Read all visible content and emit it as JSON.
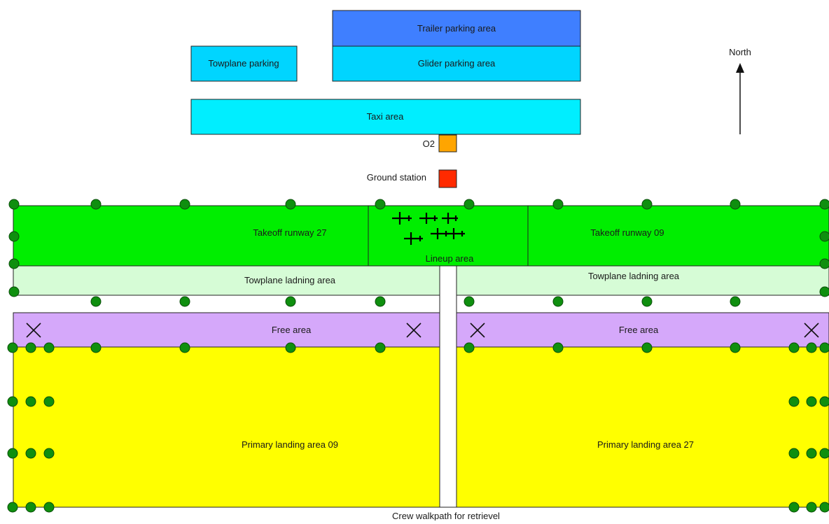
{
  "labels": {
    "trailer_parking": "Trailer parking area",
    "glider_parking": "Glider parking area",
    "towplane_parking": "Towplane parking",
    "taxi_area": "Taxi area",
    "o2": "O2",
    "ground_station": "Ground station",
    "north": "North",
    "takeoff_27": "Takeoff runway 27",
    "takeoff_09": "Takeoff runway 09",
    "lineup_area": "Lineup area",
    "towplane_landing_left": "Towplane ladning area",
    "towplane_landing_right": "Towplane ladning area",
    "free_area_left": "Free area",
    "free_area_right": "Free area",
    "primary_landing_09": "Primary landing area 09",
    "primary_landing_27": "Primary landing area 27",
    "crew_walkpath": "Crew walkpath for retrievel"
  },
  "colors": {
    "trailer_parking": "#3f7fff",
    "glider_parking": "#00d5ff",
    "towplane_parking": "#00d5ff",
    "taxi_area": "#00eeff",
    "o2_marker": "#ffa500",
    "ground_station_marker": "#ff2a00",
    "takeoff_runway": "#00ee00",
    "towplane_landing": "#d6fcd6",
    "free_area": "#d5a8fa",
    "primary_landing": "#ffff00",
    "runway_light": "#0f8f0f",
    "outline": "#222222"
  }
}
